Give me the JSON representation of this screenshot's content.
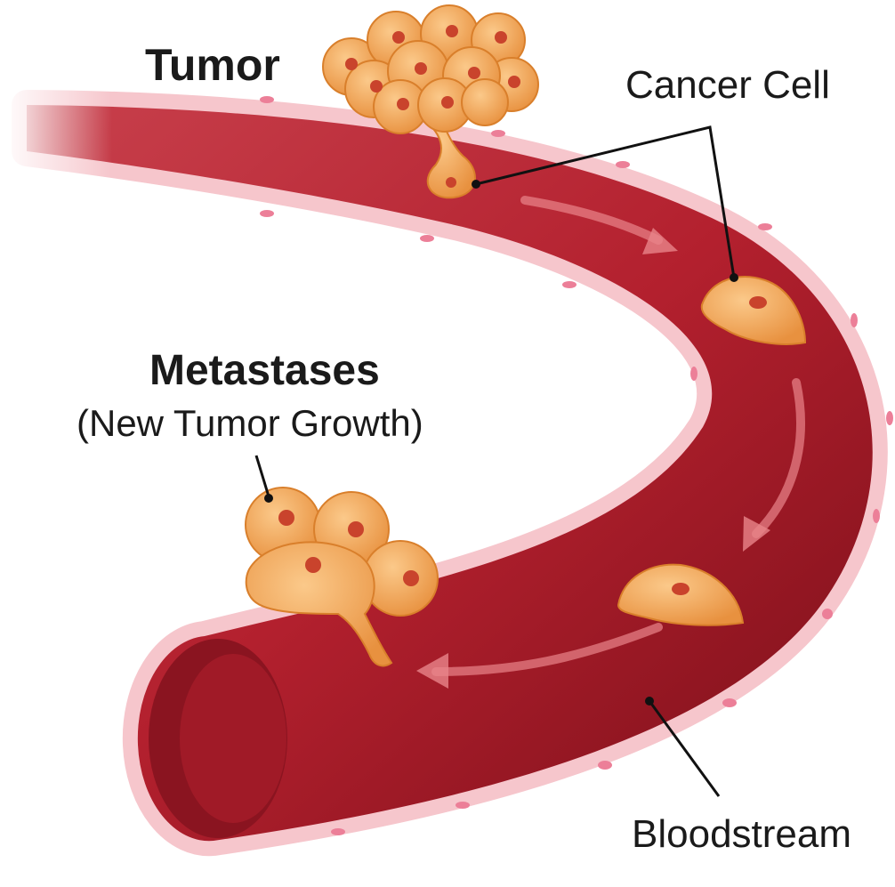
{
  "labels": {
    "tumor": "Tumor",
    "cancer_cell": "Cancer Cell",
    "metastases": "Metastases",
    "metastases_sub": "(New Tumor Growth)",
    "bloodstream": "Bloodstream"
  },
  "colors": {
    "vessel_red": "#b3202e",
    "vessel_dark": "#6e0d16",
    "endothelium_pink": "#f6c6cc",
    "cell_orange": "#f2a75a",
    "nucleus": "#c9432c",
    "text": "#1a1a1a"
  }
}
